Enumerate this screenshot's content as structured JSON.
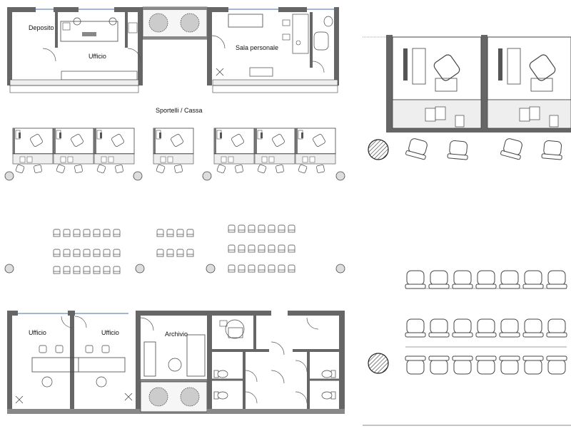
{
  "labels": {
    "deposito": "Deposito",
    "ufficio_top": "Ufficio",
    "sala_personale": "Sala personale",
    "sportelli": "Sportelli / Cassa",
    "ufficio_bl1": "Ufficio",
    "ufficio_bl2": "Ufficio",
    "archivio": "Archivio"
  }
}
